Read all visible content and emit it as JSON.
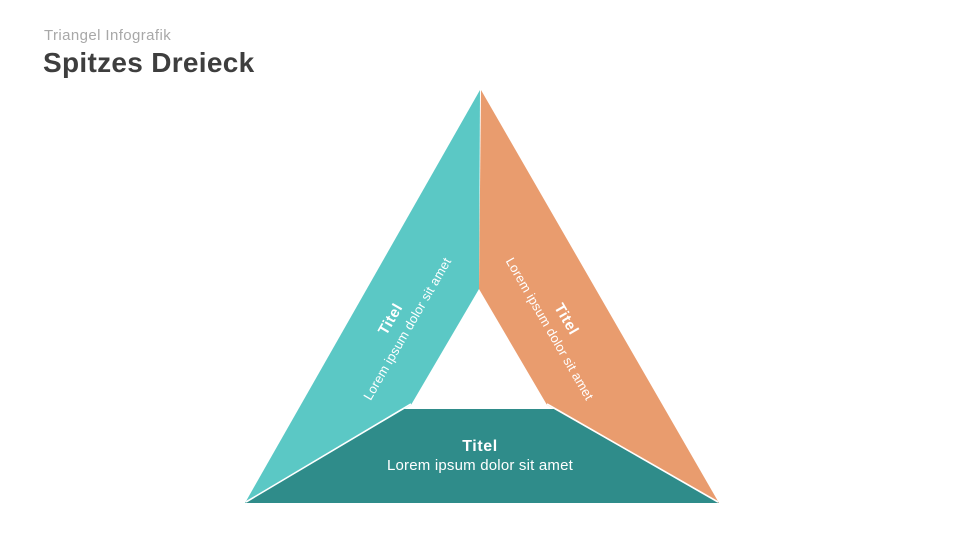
{
  "header": {
    "kicker": "Triangel Infografik",
    "title": "Spitzes Dreieck"
  },
  "diagram": {
    "colors": {
      "left_segment": "#5BC8C5",
      "right_segment": "#E99C6E",
      "bottom_segment": "#2F8C8A",
      "seam": "#FFFFFF",
      "label_text": "#FFFFFF"
    },
    "segments": [
      {
        "position": "left",
        "title": "Titel",
        "text": "Lorem ipsum dolor sit amet"
      },
      {
        "position": "right",
        "title": "Titel",
        "text": "Lorem ipsum dolor sit amet"
      },
      {
        "position": "bottom",
        "title": "Titel",
        "text": "Lorem ipsum dolor sit amet"
      }
    ]
  }
}
